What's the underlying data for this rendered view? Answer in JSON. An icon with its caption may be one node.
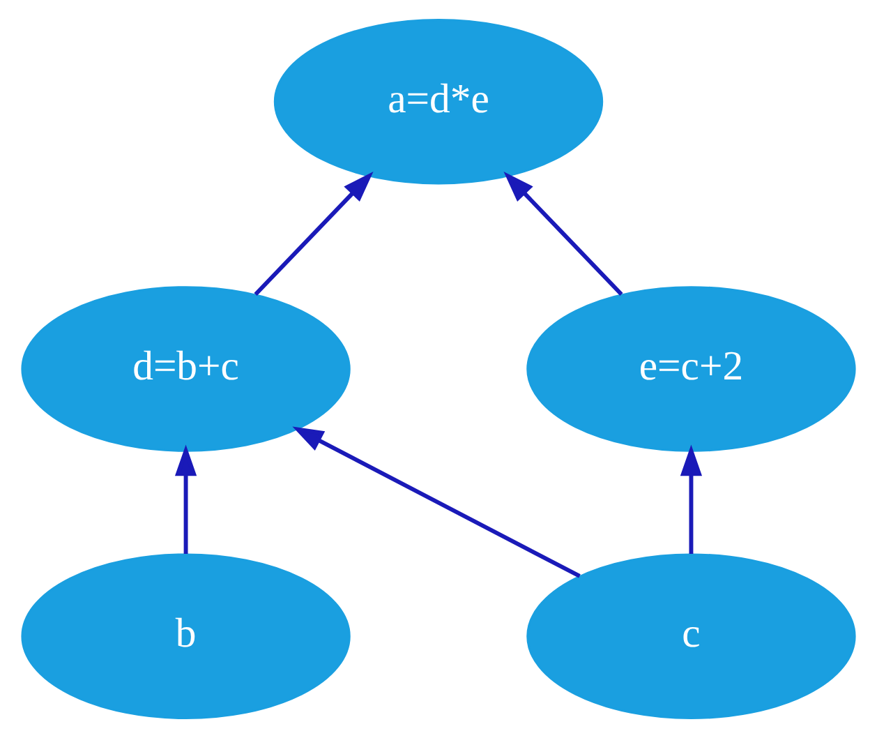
{
  "diagram": {
    "nodes": [
      {
        "text": [
          "a=d*e"
        ]
      },
      {
        "text": [
          "d=b+c"
        ]
      },
      {
        "text": [
          "e=c+2"
        ]
      },
      {
        "text": [
          "b"
        ]
      },
      {
        "text": [
          "c"
        ]
      }
    ],
    "edges": [
      {
        "from": 1,
        "to": 0,
        "arrow": "to"
      },
      {
        "from": 2,
        "to": 0,
        "arrow": "to"
      },
      {
        "from": 3,
        "to": 1,
        "arrow": "to"
      },
      {
        "from": 4,
        "to": 1,
        "arrow": "to"
      },
      {
        "from": 4,
        "to": 2,
        "arrow": "to"
      }
    ]
  }
}
